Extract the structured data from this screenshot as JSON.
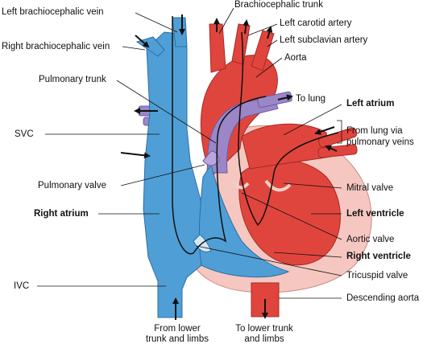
{
  "labels": {
    "left_brachiocephalic_vein": "Left brachiocephalic vein",
    "right_brachiocephalic_vein": "Right brachiocephalic vein",
    "pulmonary_trunk": "Pulmonary trunk",
    "svc": "SVC",
    "pulmonary_valve": "Pulmonary valve",
    "right_atrium": "Right atrium",
    "ivc": "IVC",
    "brachiocephalic_trunk": "Brachiocephalic trunk",
    "left_carotid_artery": "Left carotid artery",
    "left_subclavian_artery": "Left subclavian artery",
    "aorta": "Aorta",
    "to_lung": "To lung",
    "left_atrium": "Left atrium",
    "from_lung_line1": "From lung via",
    "from_lung_line2": "pulmonary veins",
    "mitral_valve": "Mitral valve",
    "left_ventricle": "Left ventricle",
    "aortic_valve": "Aortic valve",
    "right_ventricle": "Right ventricle",
    "tricuspid_valve": "Tricuspid valve",
    "descending_aorta": "Descending aorta",
    "from_lower_line1": "From lower",
    "from_lower_line2": "trunk and limbs",
    "to_lower_line1": "To lower trunk",
    "to_lower_line2": "and limbs"
  },
  "colors": {
    "deoxygenated_blue": "#4f9fd6",
    "oxygenated_red": "#e0453d",
    "vessel_lilac": "#9b86c8",
    "myocardium_pink": "#f3b8b0",
    "leader_line": "#111111"
  }
}
